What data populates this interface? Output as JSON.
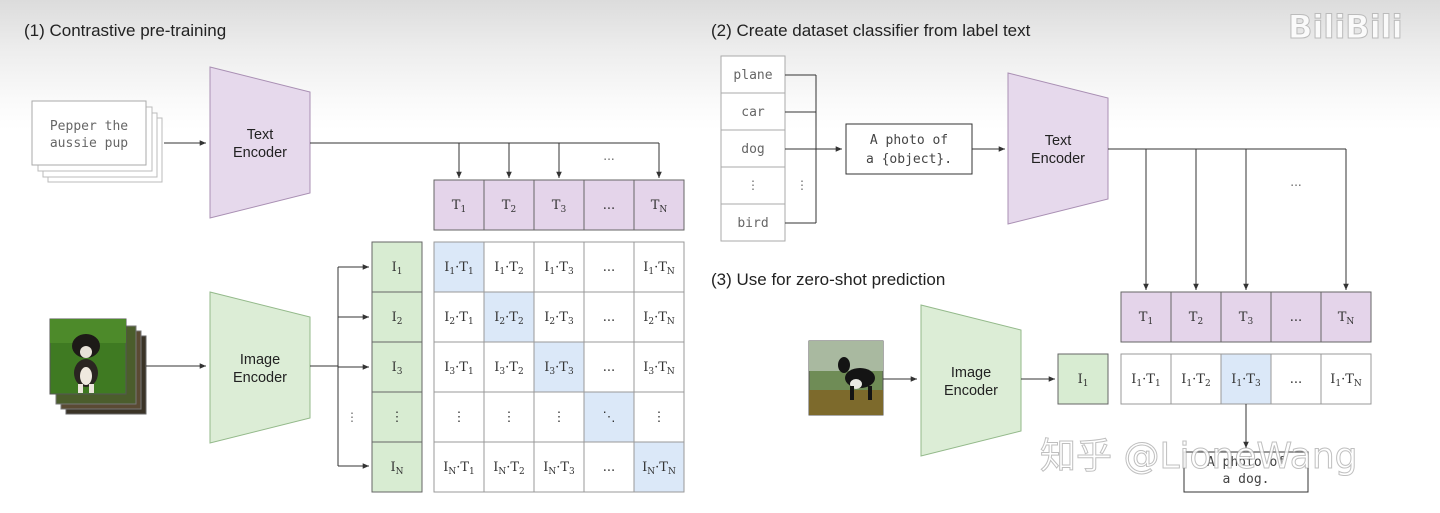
{
  "section1": {
    "title": "(1) Contrastive pre-training"
  },
  "section2": {
    "title": "(2) Create dataset classifier from label text"
  },
  "section3": {
    "title": "(3) Use for zero-shot prediction"
  },
  "input_text": {
    "line1": "Pepper the",
    "line2": "aussie pup"
  },
  "text_encoder": {
    "line1": "Text",
    "line2": "Encoder"
  },
  "image_encoder": {
    "line1": "Image",
    "line2": "Encoder"
  },
  "labels": [
    "plane",
    "car",
    "dog",
    "bird"
  ],
  "template": {
    "line1": "A photo of",
    "line2": "a {object}."
  },
  "prediction": {
    "line1": "A photo of",
    "line2": "a dog."
  },
  "ellipsis": "...",
  "vdots": "⋮",
  "ddots": "⋱",
  "text_tokens": [
    {
      "b": "T",
      "s": "1"
    },
    {
      "b": "T",
      "s": "2"
    },
    {
      "b": "T",
      "s": "3"
    },
    {
      "b": "...",
      "s": ""
    },
    {
      "b": "T",
      "s": "N"
    }
  ],
  "image_tokens": [
    {
      "b": "I",
      "s": "1"
    },
    {
      "b": "I",
      "s": "2"
    },
    {
      "b": "I",
      "s": "3"
    },
    {
      "b": "⋮",
      "s": ""
    },
    {
      "b": "I",
      "s": "N"
    }
  ],
  "zs_image_token": {
    "b": "I",
    "s": "1"
  },
  "watermark": {
    "zhihu": "知乎 @LioneWang",
    "bili": "BiliBili"
  },
  "colors": {
    "text_encoder": "#e6d9ec",
    "image_encoder": "#dcedd6",
    "highlight": "#dbe8f8",
    "token_text": "#e4d4ea",
    "token_image": "#d8ecd2",
    "border": "#666666"
  }
}
